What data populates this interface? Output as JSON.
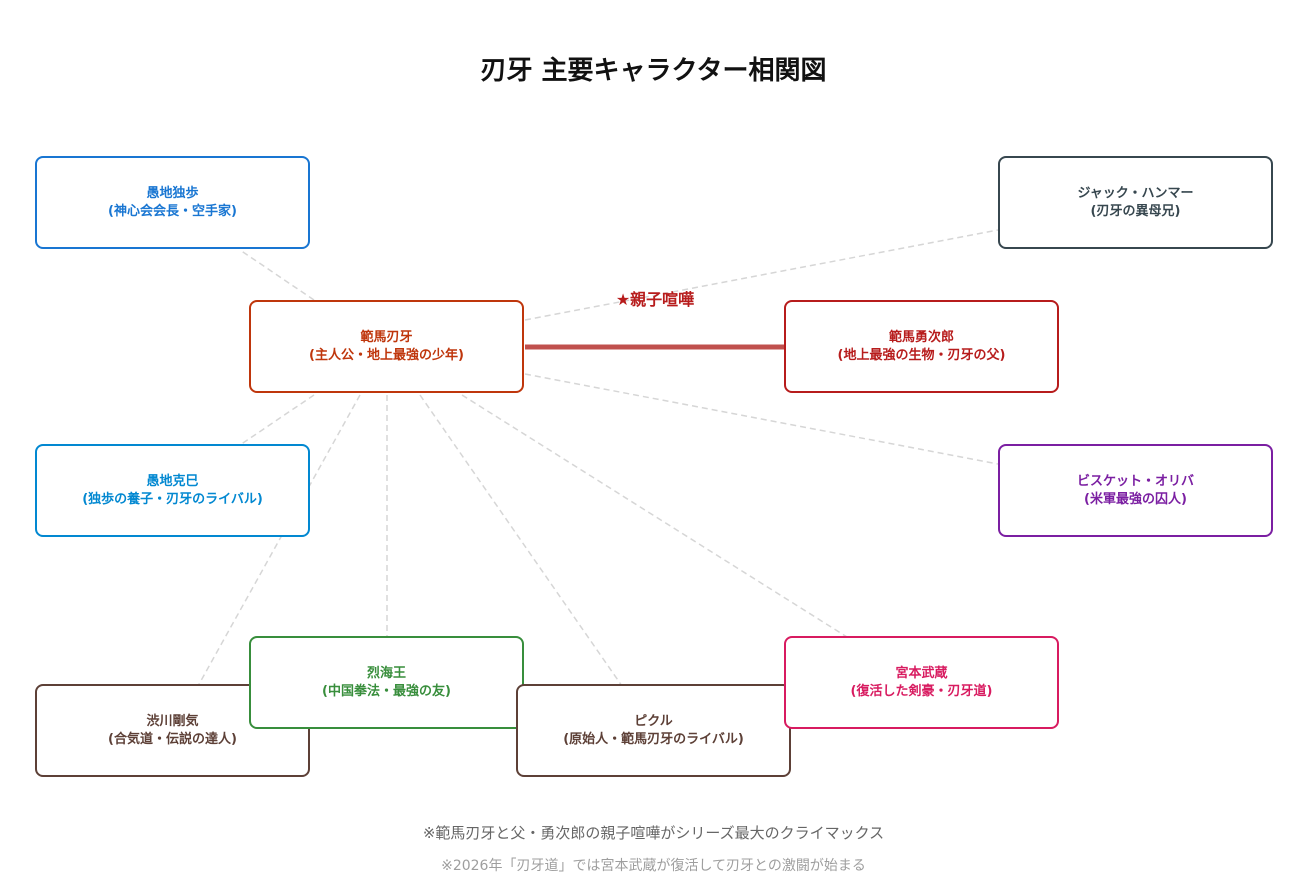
{
  "title": "刃牙 主要キャラクター相関図",
  "nodes": [
    {
      "id": "doppo",
      "name": "愚地独歩",
      "desc": "(神心会会長・空手家)",
      "color": "#1976d2"
    },
    {
      "id": "jack",
      "name": "ジャック・ハンマー",
      "desc": "(刃牙の異母兄)",
      "color": "#37474f"
    },
    {
      "id": "baki",
      "name": "範馬刃牙",
      "desc": "(主人公・地上最強の少年)",
      "color": "#bf360c"
    },
    {
      "id": "yujiro",
      "name": "範馬勇次郎",
      "desc": "(地上最強の生物・刃牙の父)",
      "color": "#b71c1c"
    },
    {
      "id": "katsumi",
      "name": "愚地克巳",
      "desc": "(独歩の養子・刃牙のライバル)",
      "color": "#0288d1"
    },
    {
      "id": "oliva",
      "name": "ビスケット・オリバ",
      "desc": "(米軍最強の囚人)",
      "color": "#7b1fa2"
    },
    {
      "id": "shibukawa",
      "name": "渋川剛気",
      "desc": "(合気道・伝説の達人)",
      "color": "#5d4037"
    },
    {
      "id": "retsu",
      "name": "烈海王",
      "desc": "(中国拳法・最強の友)",
      "color": "#388e3c"
    },
    {
      "id": "pickle",
      "name": "ピクル",
      "desc": "(原始人・範馬刃牙のライバル)",
      "color": "#5d4037"
    },
    {
      "id": "musashi",
      "name": "宮本武蔵",
      "desc": "(復活した剣豪・刃牙道)",
      "color": "#d81b60"
    }
  ],
  "edges": [
    {
      "from": "baki",
      "to": "doppo",
      "style": "dashed"
    },
    {
      "from": "baki",
      "to": "jack",
      "style": "dashed"
    },
    {
      "from": "baki",
      "to": "oliva",
      "style": "dashed"
    },
    {
      "from": "baki",
      "to": "katsumi",
      "style": "dashed"
    },
    {
      "from": "baki",
      "to": "shibukawa",
      "style": "dashed"
    },
    {
      "from": "baki",
      "to": "retsu",
      "style": "dashed"
    },
    {
      "from": "baki",
      "to": "pickle",
      "style": "dashed"
    },
    {
      "from": "baki",
      "to": "musashi",
      "style": "dashed"
    },
    {
      "from": "baki",
      "to": "yujiro",
      "style": "bold",
      "label": "★親子喧嘩",
      "color": "#c0504d"
    }
  ],
  "edge_colors": {
    "dashed": "#d6d6d6",
    "label": "#b71c1c"
  },
  "notes": [
    "※範馬刃牙と父・勇次郎の親子喧嘩がシリーズ最大のクライマックス",
    "※2026年「刃牙道」では宮本武蔵が復活して刃牙との激闘が始まる"
  ]
}
